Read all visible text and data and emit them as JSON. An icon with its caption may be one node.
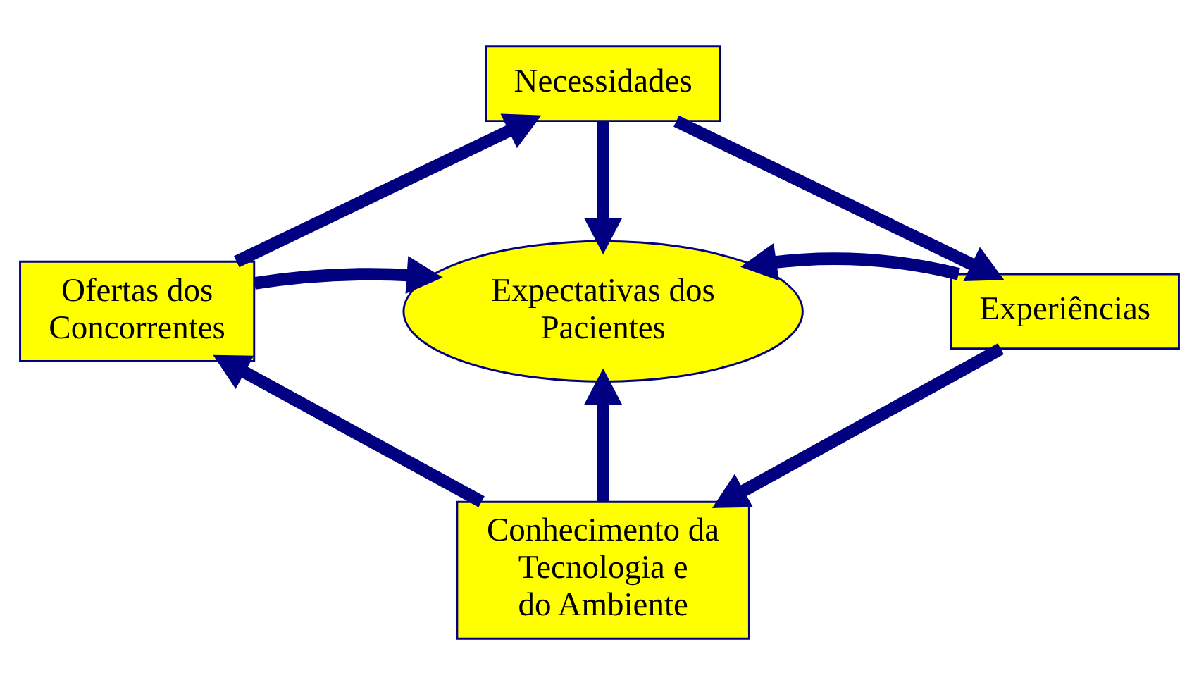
{
  "diagram": {
    "nodes": [
      {
        "text": [
          "Necessidades"
        ]
      },
      {
        "text": [
          "Ofertas dos Concorrentes"
        ]
      },
      {
        "text": [
          "Expectativas dos Pacientes"
        ]
      },
      {
        "text": [
          "Experiências"
        ]
      },
      {
        "text": [
          "Conhecimento da Tecnologia e do Ambiente"
        ]
      }
    ],
    "edges": [
      {
        "from": 1,
        "to": 0,
        "arrow": "to"
      },
      {
        "from": 0,
        "to": 3,
        "arrow": "to"
      },
      {
        "from": 3,
        "to": 4,
        "arrow": "to"
      },
      {
        "from": 4,
        "to": 1,
        "arrow": "to"
      },
      {
        "from": 0,
        "to": 2,
        "arrow": "to"
      },
      {
        "from": 1,
        "to": 2,
        "arrow": "to"
      },
      {
        "from": 3,
        "to": 2,
        "arrow": "to"
      },
      {
        "from": 4,
        "to": 2,
        "arrow": "to"
      }
    ]
  }
}
